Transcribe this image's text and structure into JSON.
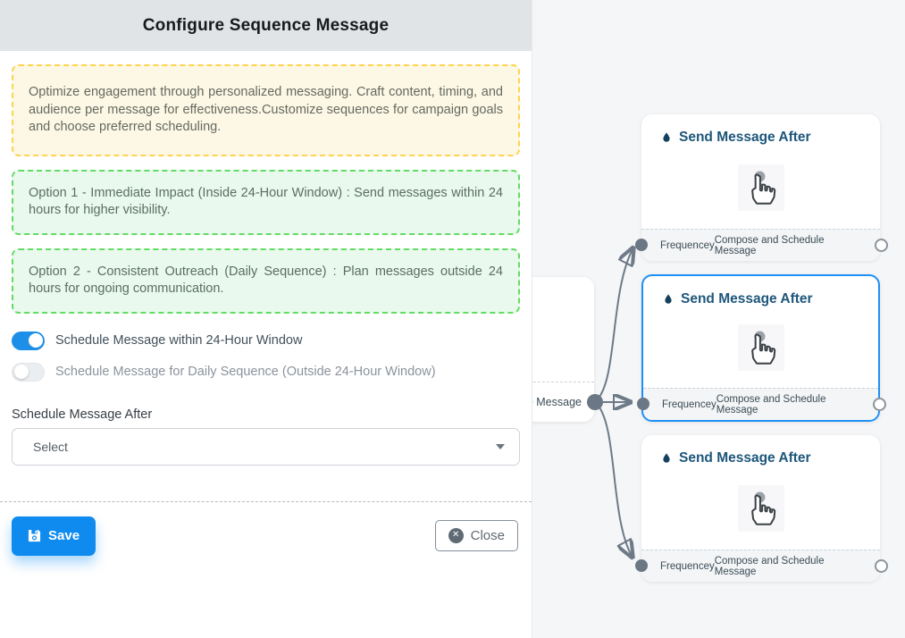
{
  "panel": {
    "title": "Configure Sequence Message",
    "info_text": "Optimize engagement through personalized messaging. Craft content, timing, and audience per message for effectiveness.Customize sequences for campaign goals and choose preferred scheduling.",
    "option1_text": "Option 1 - Immediate Impact (Inside 24-Hour Window) : Send messages within 24 hours for higher visibility.",
    "option2_text": "Option 2 - Consistent Outreach (Daily Sequence) : Plan messages outside 24 hours for ongoing communication.",
    "toggles": [
      {
        "label": "Schedule Message within 24-Hour Window",
        "state": "on"
      },
      {
        "label": "Schedule Message for Daily Sequence (Outside 24-Hour Window)",
        "state": "off"
      }
    ],
    "schedule_after_label": "Schedule Message After",
    "select_value": "Select",
    "save_label": "Save",
    "close_label": "Close"
  },
  "icons": {
    "close_x": "✕",
    "save": "floppy-disk",
    "node_title": "water-droplet",
    "node_body": "tap-hand-cursor"
  },
  "canvas": {
    "source_node": {
      "footer_label": "ce Message"
    },
    "nodes": [
      {
        "title": "Send Message After",
        "footer_left": "Frequencey",
        "footer_right": "Compose and Schedule Message",
        "selected": false
      },
      {
        "title": "Send Message After",
        "footer_left": "Frequencey",
        "footer_right": "Compose and Schedule Message",
        "selected": true
      },
      {
        "title": "Send Message After",
        "footer_left": "Frequencey",
        "footer_right": "Compose and Schedule Message",
        "selected": false
      }
    ],
    "colors": {
      "accent_blue": "#0f8bf0",
      "selected_node_border": "#1e90f5",
      "node_title": "#1d567a",
      "edge": "#6e7a87",
      "arrowhead": "#27506a",
      "info_border": "#ffd34d",
      "info_bg": "#fdf8e6",
      "option_border": "#63dc63",
      "option_bg": "#e9f9ee",
      "header_bg": "#e1e4e7",
      "canvas_bg": "#f5f6f8"
    }
  }
}
